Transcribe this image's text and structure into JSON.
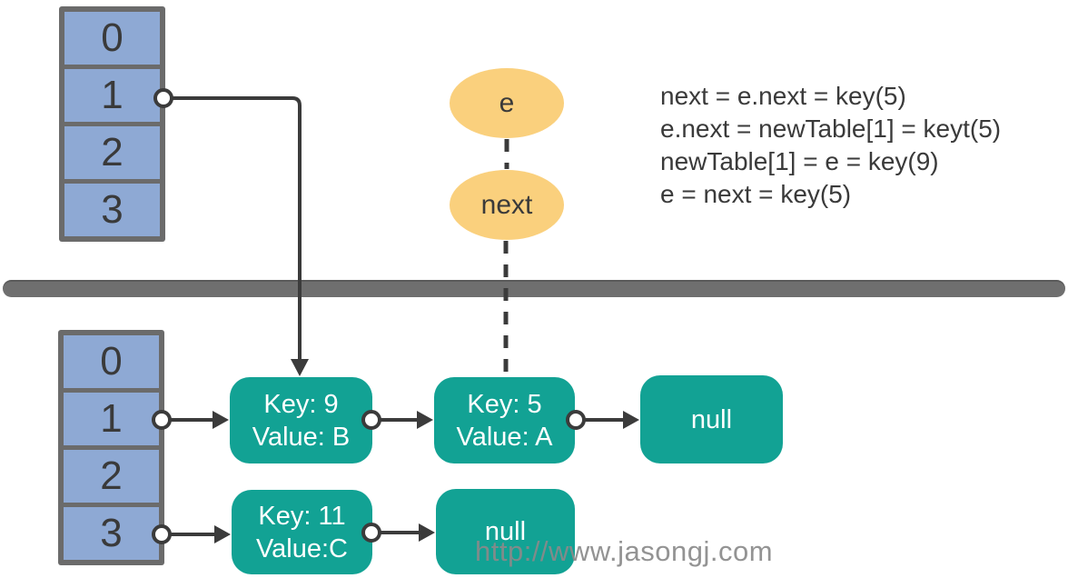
{
  "diagram": {
    "type": "hashmap-resize-transfer-diagram",
    "colors": {
      "node_teal": "#12A294",
      "cell_blue": "#8EA9D4",
      "border_gray": "#6B6B6B",
      "pointer_yellow": "#FAD07D",
      "line_dark": "#3A3A3A",
      "divider_gray": "#6F6F6F",
      "watermark_gray": "#8A8A8A",
      "node_text": "#FFFFFF"
    }
  },
  "old_table": {
    "cells": [
      "0",
      "1",
      "2",
      "3"
    ]
  },
  "new_table": {
    "cells": [
      "0",
      "1",
      "2",
      "3"
    ]
  },
  "pointers": {
    "e": "e",
    "next": "next"
  },
  "code": {
    "lines": [
      "next = e.next = key(5)",
      "e.next = newTable[1] = keyt(5)",
      "newTable[1] = e = key(9)",
      "e = next = key(5)"
    ]
  },
  "nodes": {
    "key9": {
      "line1": "Key: 9",
      "line2": "Value: B"
    },
    "key5": {
      "line1": "Key: 5",
      "line2": "Value: A"
    },
    "null1": {
      "label": "null"
    },
    "key11": {
      "line1": "Key: 11",
      "line2": "Value:C"
    },
    "null2": {
      "label": "null"
    }
  },
  "watermark": "http://www.jasongj.com"
}
